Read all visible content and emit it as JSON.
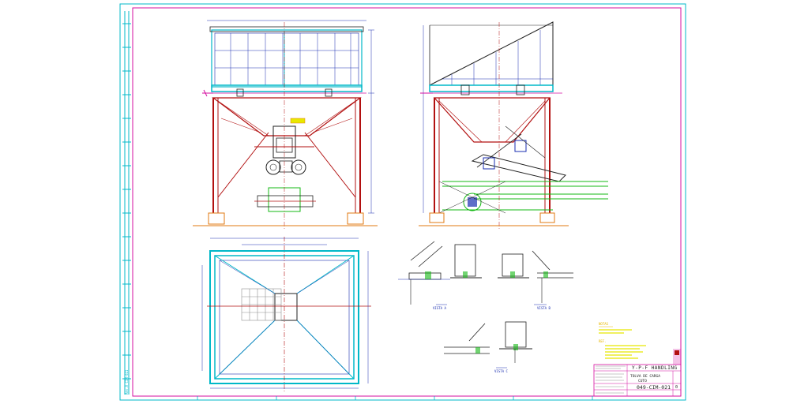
{
  "title_block": {
    "company": "Y-P-F HANDLING",
    "title_line1": "TOLVA DE CARGA",
    "title_line2": "CUTO",
    "drawing_number": "049-CIM-021",
    "revision": "0"
  },
  "view_labels": {
    "detail_a": "VISTA A",
    "detail_b": "VISTA B",
    "detail_c": "VISTA C"
  },
  "notes": {
    "heading_1": "NOTAS",
    "heading_2": "REF."
  },
  "left_margin_text": "Rev.0 CIM-021",
  "colors": {
    "frame": "#d40fa0",
    "structure": "#b21010",
    "cyan": "#00b8c8",
    "blue": "#1a2eb0",
    "green": "#14b814",
    "yellow": "#e8e800",
    "orange": "#e07a10",
    "dark": "#202020"
  }
}
